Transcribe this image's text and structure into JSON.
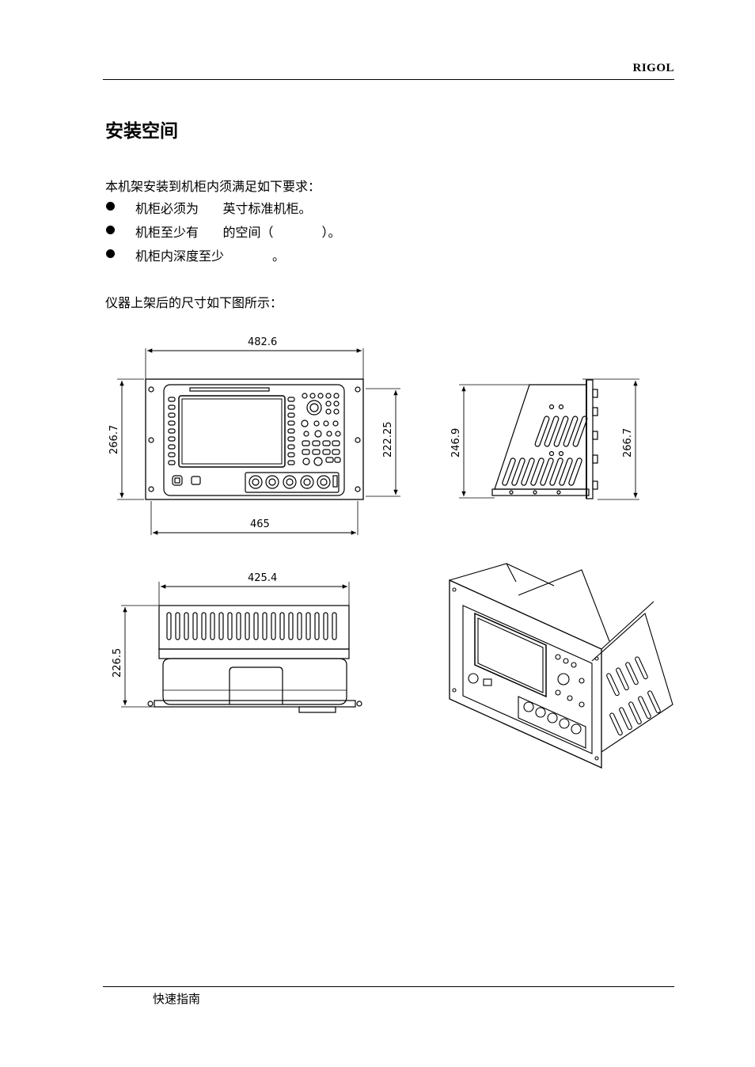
{
  "header": {
    "brand": "RIGOL"
  },
  "section": {
    "title": "安装空间"
  },
  "intro": "本机架安装到机柜内须满足如下要求：",
  "requirements": [
    "机柜必须为      英寸标准机柜。",
    "机柜至少有      的空间（            ）。",
    "机柜内深度至少            。"
  ],
  "figure_caption": "仪器上架后的尺寸如下图所示：",
  "dimensions": {
    "front_width_total": "482.6",
    "front_height_total": "266.7",
    "front_height_inner": "222.25",
    "front_width_holes": "465",
    "side_height_body": "246.9",
    "side_height_total": "266.7",
    "top_width": "425.4",
    "top_height": "226.5"
  },
  "footer": {
    "text": "快速指南"
  }
}
